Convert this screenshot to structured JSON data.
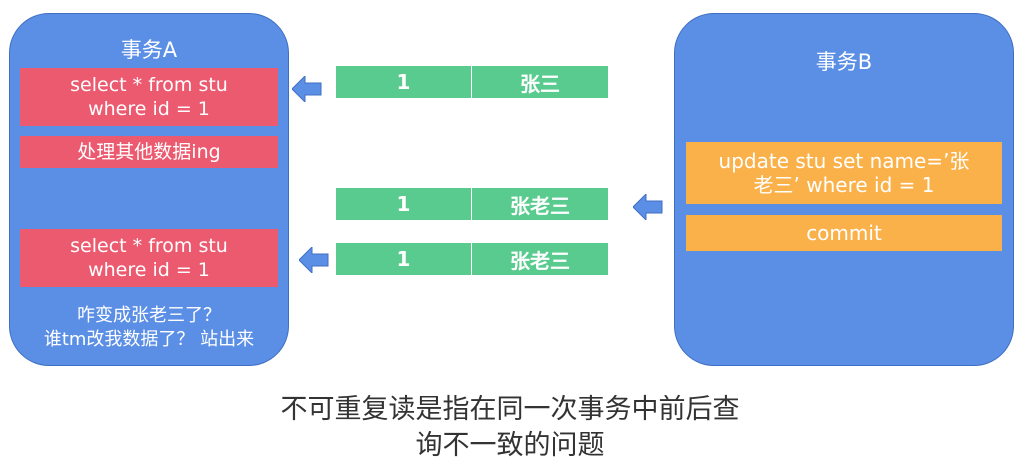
{
  "txA": {
    "title": "事务A",
    "select1": "select * from stu\nwhere id = 1",
    "process": "处理其他数据ing",
    "select2": "select * from stu\nwhere id = 1",
    "note": "咋变成张老三了？\n谁tm改我数据了？ 站出来"
  },
  "txB": {
    "title": "事务B",
    "update": "update stu set name=’张\n老三’ where id = 1",
    "commit": "commit"
  },
  "rows": [
    {
      "id": "1",
      "name": "张三"
    },
    {
      "id": "1",
      "name": "张老三"
    },
    {
      "id": "1",
      "name": "张老三"
    }
  ],
  "caption": "不可重复读是指在同一次事务中前后查\n询不一致的问题",
  "colors": {
    "panel": "#5b8fe6",
    "red": "#ec5a70",
    "orange": "#fbb14a",
    "green": "#5acb8f",
    "arrow": "#5b8fe6"
  }
}
